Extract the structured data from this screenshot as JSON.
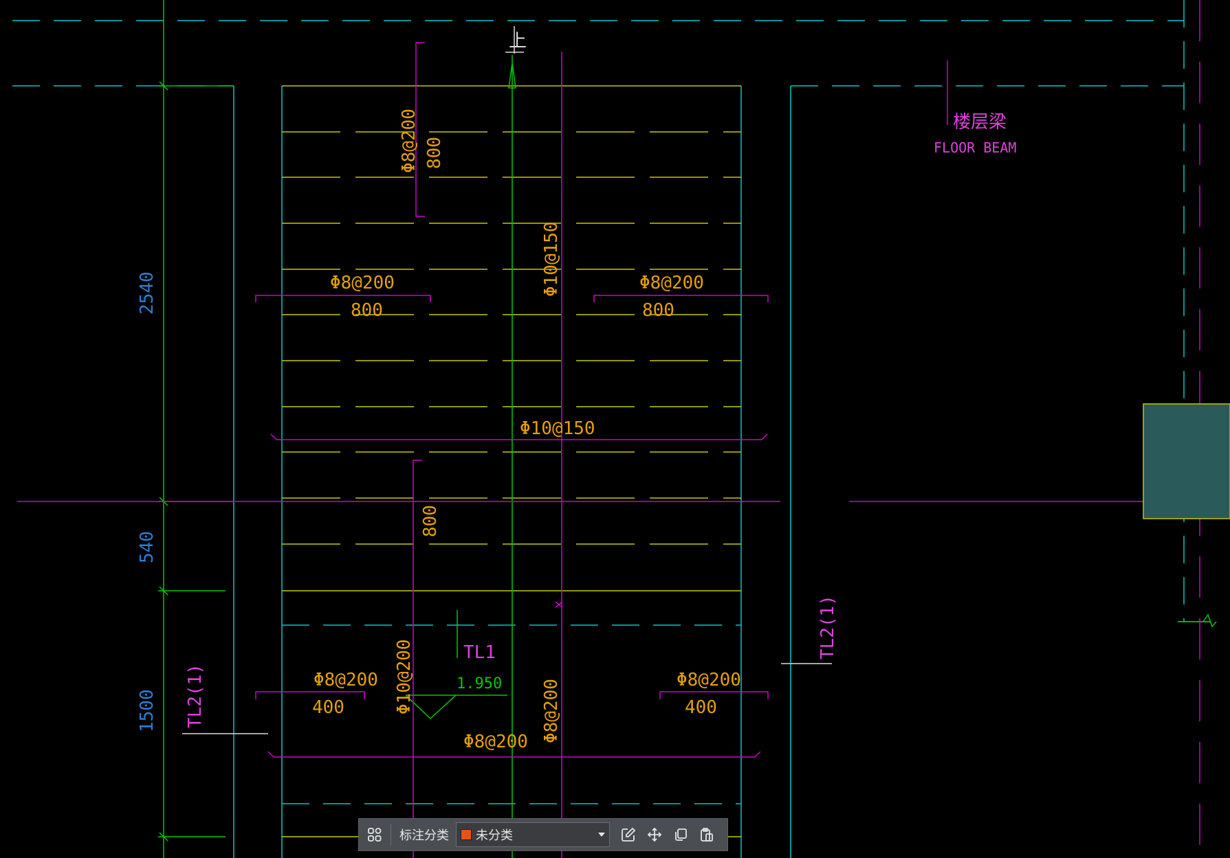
{
  "canvas": {
    "labels": {
      "up_arrow": "上",
      "floor_beam_cn": "楼层梁",
      "floor_beam_en": "FLOOR BEAM",
      "dim_2540": "2540",
      "dim_540": "540",
      "dim_1500": "1500",
      "rebar_top_vertical": "Φ8@200",
      "span_top_vertical": "800",
      "rebar_left_top": "Φ8@200",
      "span_left_top": "800",
      "rebar_center_vertical": "Φ10@150",
      "rebar_right_top": "Φ8@200",
      "span_right_top": "800",
      "rebar_middle_horizontal": "Φ10@150",
      "span_mid_vertical": "800",
      "beam_tl1": "TL1",
      "elevation": "1.950",
      "rebar_left_bottom": "Φ8@200",
      "span_left_bottom": "400",
      "rebar_bottom_vertical_left": "Φ10@200",
      "rebar_bottom_vertical_right": "Φ8@200",
      "rebar_right_bottom": "Φ8@200",
      "span_right_bottom": "400",
      "rebar_bottom_horizontal": "Φ8@200",
      "beam_tl2_left": "TL2(1)",
      "beam_tl2_right": "TL2(1)"
    },
    "colors": {
      "cyan": "#00c8c8",
      "yellow": "#c8c800",
      "magenta": "#d000d0",
      "orange": "#e6a000",
      "green": "#00c800",
      "blue": "#2a7fd4",
      "white": "#dcdcdc",
      "floor_beam": "#e040e0",
      "column_fill": "#2a5a5a"
    }
  },
  "toolbar": {
    "icons": [
      "grid-icon",
      "edit-icon",
      "move-icon",
      "copy-icon",
      "paste-icon"
    ],
    "category_label": "标注分类",
    "category_value": "未分类",
    "category_color": "#e8540e"
  }
}
